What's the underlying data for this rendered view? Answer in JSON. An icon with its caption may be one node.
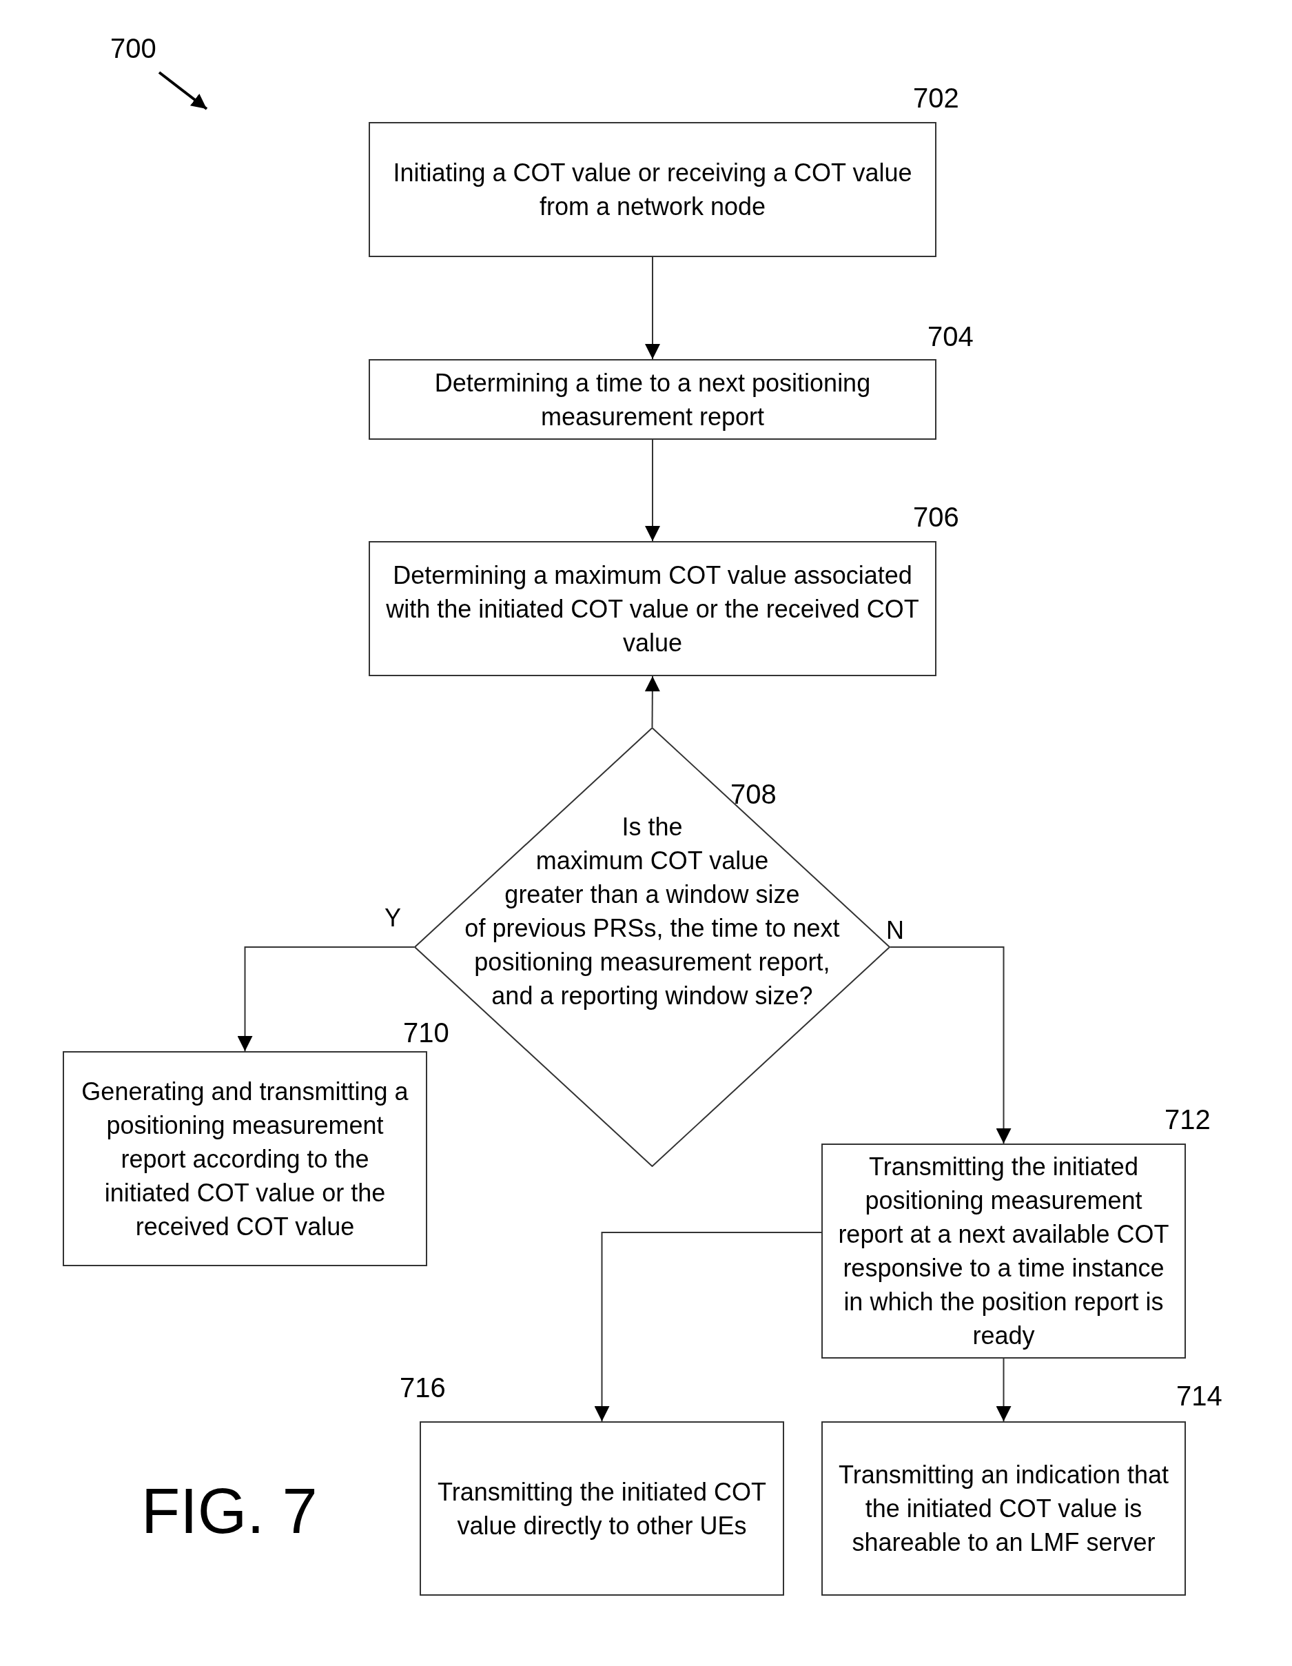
{
  "diagram": {
    "nodes": [
      {
        "text": [
          "Initiating a COT value or receiving a COT value from a network node"
        ],
        "beside": [
          "702"
        ]
      },
      {
        "text": [
          "Determining a time to a next positioning measurement report"
        ],
        "beside": [
          "704"
        ]
      },
      {
        "text": [
          "Determining a maximum COT value associated with the initiated COT value or the received COT value"
        ],
        "beside": [
          "706"
        ]
      },
      {
        "text": [
          "Is the maximum COT value greater than a window size of previous PRSs, the time to next positioning measurement report, and a reporting window size?"
        ],
        "beside": [
          "708"
        ]
      },
      {
        "text": [
          "Generating and transmitting a positioning measurement report according to the initiated COT value or the received COT value"
        ],
        "beside": [
          "710"
        ]
      },
      {
        "text": [
          "Transmitting the initiated positioning measurement report at a next available COT responsive to a time instance in which the position report is ready"
        ],
        "beside": [
          "712"
        ]
      },
      {
        "text": [
          "Transmitting the initiated COT value directly to other UEs"
        ],
        "beside": [
          "716"
        ]
      },
      {
        "text": [
          "Transmitting an indication that the initiated COT value is shareable to an LMF server"
        ],
        "beside": [
          "714"
        ]
      }
    ],
    "edges": [
      {
        "from": 0,
        "to": 1,
        "arrow": "to"
      },
      {
        "from": 1,
        "to": 2,
        "arrow": "to"
      },
      {
        "from": 3,
        "to": 2,
        "arrow": "to"
      },
      {
        "from": 3,
        "to": 4,
        "arrow": "to",
        "label": "Y"
      },
      {
        "from": 3,
        "to": 5,
        "arrow": "to",
        "label": "N"
      },
      {
        "from": 5,
        "to": 6,
        "arrow": "to"
      },
      {
        "from": 5,
        "to": 7,
        "arrow": "to"
      }
    ],
    "labels": [
      "700",
      "FIG. 7"
    ]
  }
}
